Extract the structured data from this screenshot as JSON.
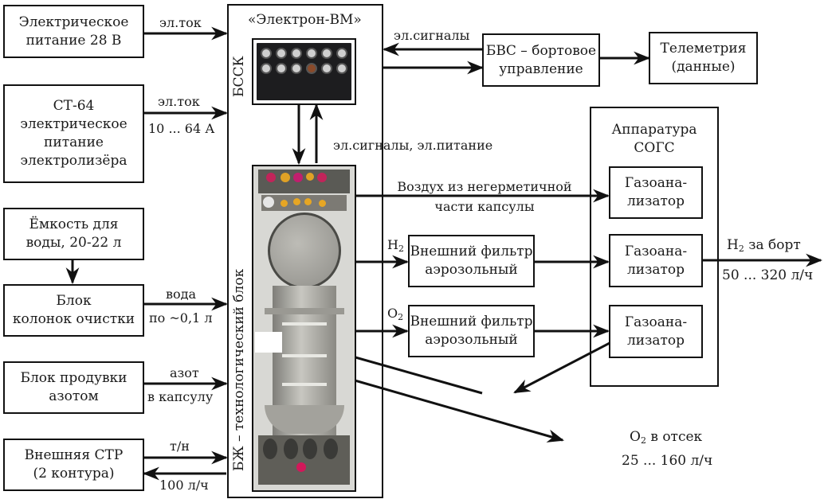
{
  "left_blocks": [
    {
      "id": "power28",
      "lines": [
        "Электрическое",
        "питание 28 В"
      ]
    },
    {
      "id": "st64",
      "lines": [
        "СТ-64",
        "электрическое",
        "питание",
        "электролизёра"
      ]
    },
    {
      "id": "water_tank",
      "lines": [
        "Ёмкость для",
        "воды, 20-22 л"
      ]
    },
    {
      "id": "purify",
      "lines": [
        "Блок",
        "колонок очистки"
      ]
    },
    {
      "id": "nitrogen",
      "lines": [
        "Блок продувки",
        "азотом"
      ]
    },
    {
      "id": "str",
      "lines": [
        "Внешняя СТР",
        "(2 контура)"
      ]
    }
  ],
  "left_labels": {
    "power28_top": "эл.ток",
    "st64_top": "эл.ток",
    "st64_bottom": "10 ... 64 А",
    "water_top": "вода",
    "water_bottom": "по ~0,1 л",
    "nitrogen_top": "азот",
    "nitrogen_bottom": "в капсулу",
    "str_top": "т/н",
    "str_bottom": "100 л/ч"
  },
  "main_unit": {
    "title": "«Электрон-ВМ»",
    "bssk_label": "БССК",
    "bzh_label": "БЖ – технологический блок",
    "internal_link_label": "эл.сигналы, эл.питание"
  },
  "top_right": {
    "signals_label": "эл.сигналы",
    "bvs_lines": [
      "БВС – бортовое",
      "управление"
    ],
    "telemetry_lines": [
      "Телеметрия",
      "(данные)"
    ]
  },
  "sogs": {
    "title_lines": [
      "Аппаратура",
      "СОГС"
    ],
    "analyzer_lines": [
      "Газоана-",
      "лизатор"
    ],
    "analyzer_count": 3
  },
  "flows": {
    "air_lines": [
      "Воздух из негерметичной",
      "части капсулы"
    ],
    "h2_label": "H",
    "h2_sub": "2",
    "o2_label": "O",
    "o2_sub": "2",
    "filter_lines": [
      "Внешний фильтр",
      "аэрозольный"
    ],
    "h2_out_prefix": "H",
    "h2_out_sub": "2",
    "h2_out_suffix": " за борт",
    "h2_out_rate": "50 ... 320 л/ч",
    "o2_out_prefix": "O",
    "o2_out_sub": "2",
    "o2_out_suffix": " в отсек",
    "o2_out_rate": "25 ... 160 л/ч"
  }
}
